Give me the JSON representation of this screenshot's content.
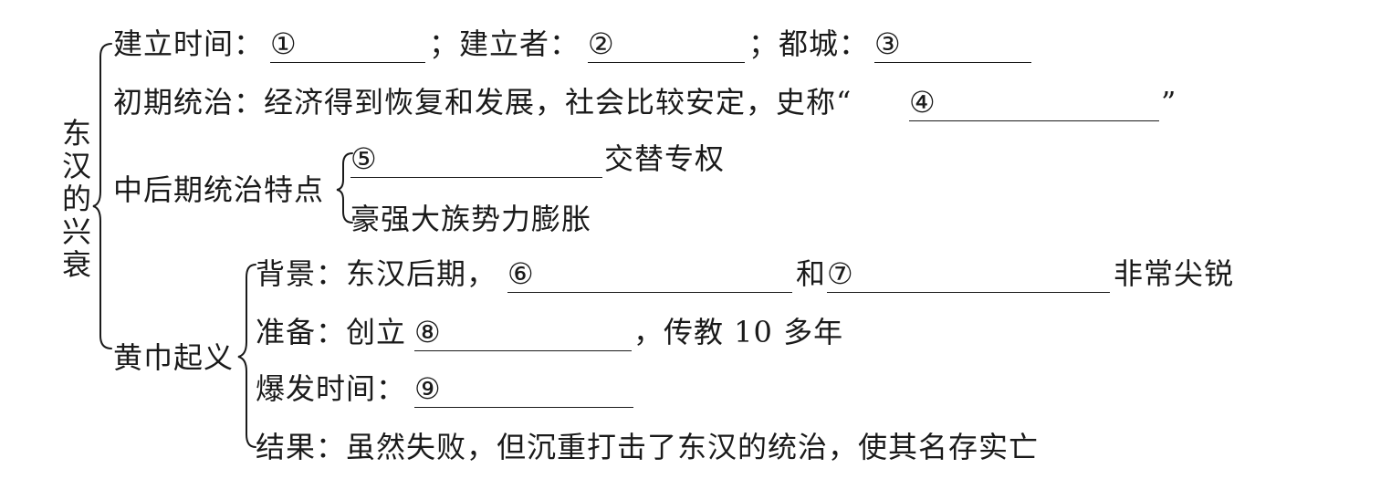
{
  "root": "东汉的兴衰",
  "row1": {
    "founding_time": "建立时间：",
    "blank1": "①",
    "sep1": "；建立者：",
    "blank2": "②",
    "sep2": "；都城：",
    "blank3": "③"
  },
  "row2": {
    "text": "初期统治：经济得到恢复和发展，社会比较安定，史称“",
    "blank4": "④",
    "close": "”"
  },
  "mid": {
    "label": "中后期统治特点",
    "blank5": "⑤",
    "item1_suffix": "交替专权",
    "item2": "豪强大族势力膨胀"
  },
  "uprising": {
    "label": "黄巾起义",
    "background_prefix": "背景：东汉后期，",
    "blank6": "⑥",
    "and": "和",
    "blank7": "⑦",
    "background_suffix": "非常尖锐",
    "prep_prefix": "准备：创立",
    "blank8": "⑧",
    "prep_suffix": "，传教 10 多年",
    "outbreak": "爆发时间：",
    "blank9": "⑨",
    "result": "结果：虽然失败，但沉重打击了东汉的统治，使其名存实亡"
  }
}
